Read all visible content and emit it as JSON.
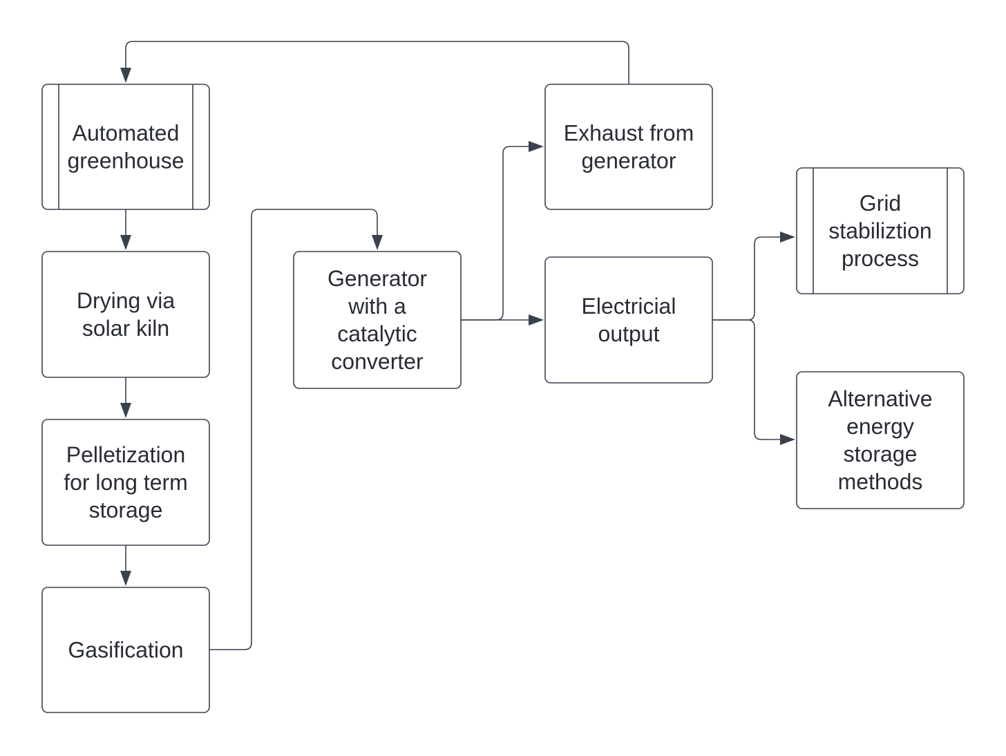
{
  "diagram": {
    "type": "flowchart",
    "colors": {
      "stroke": "#3a414e",
      "text": "#282c35",
      "background": "#ffffff"
    },
    "nodes": [
      {
        "id": "automated_greenhouse",
        "shape": "predefined-process",
        "lines": [
          "Automated",
          "greenhouse"
        ]
      },
      {
        "id": "drying_solar_kiln",
        "shape": "process",
        "lines": [
          "Drying via",
          "solar kiln"
        ]
      },
      {
        "id": "pelletization",
        "shape": "process",
        "lines": [
          "Pelletization",
          "for long term",
          "storage"
        ]
      },
      {
        "id": "gasification",
        "shape": "process",
        "lines": [
          "Gasification"
        ]
      },
      {
        "id": "generator",
        "shape": "process",
        "lines": [
          "Generator",
          "with a",
          "catalytic",
          "converter"
        ]
      },
      {
        "id": "exhaust",
        "shape": "process",
        "lines": [
          "Exhaust from",
          "generator"
        ]
      },
      {
        "id": "electrical_output",
        "shape": "process",
        "lines": [
          "Electricial",
          "output"
        ]
      },
      {
        "id": "grid_stabilization",
        "shape": "predefined-process",
        "lines": [
          "Grid",
          "stabiliztion",
          "process"
        ]
      },
      {
        "id": "alternative_storage",
        "shape": "process",
        "lines": [
          "Alternative",
          "energy",
          "storage",
          "methods"
        ]
      }
    ],
    "edges": [
      {
        "from": "automated_greenhouse",
        "to": "drying_solar_kiln"
      },
      {
        "from": "drying_solar_kiln",
        "to": "pelletization"
      },
      {
        "from": "pelletization",
        "to": "gasification"
      },
      {
        "from": "gasification",
        "to": "generator"
      },
      {
        "from": "generator",
        "to": "exhaust"
      },
      {
        "from": "generator",
        "to": "electrical_output"
      },
      {
        "from": "exhaust",
        "to": "automated_greenhouse"
      },
      {
        "from": "electrical_output",
        "to": "grid_stabilization"
      },
      {
        "from": "electrical_output",
        "to": "alternative_storage"
      }
    ]
  }
}
